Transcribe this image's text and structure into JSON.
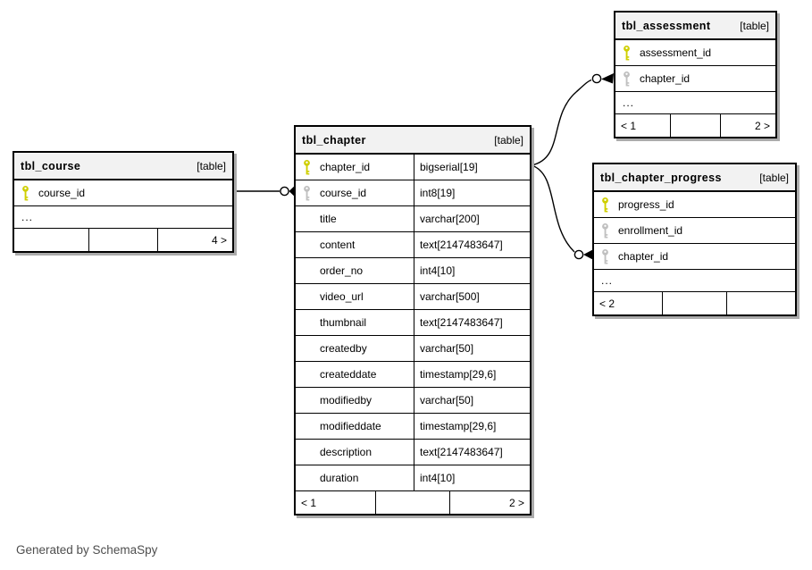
{
  "note": "Generated by SchemaSpy",
  "colors": {
    "pk_key": "#cfcf00",
    "fk_key": "#c0c0c0",
    "header_bg": "#f2f2f2",
    "border": "#000000",
    "shadow": "#ababab",
    "note_text": "#4e4e4e"
  },
  "tables": [
    {
      "name": "tbl_course",
      "tag": "[table]",
      "columns": [
        {
          "name": "course_id",
          "key": "pk",
          "type": ""
        }
      ],
      "ellipsis": "...",
      "footer": {
        "left": "",
        "mid": "",
        "right": "4 >"
      }
    },
    {
      "name": "tbl_chapter",
      "tag": "[table]",
      "columns": [
        {
          "name": "chapter_id",
          "key": "pk",
          "type": "bigserial[19]"
        },
        {
          "name": "course_id",
          "key": "fk",
          "type": "int8[19]"
        },
        {
          "name": "title",
          "key": "",
          "type": "varchar[200]"
        },
        {
          "name": "content",
          "key": "",
          "type": "text[2147483647]"
        },
        {
          "name": "order_no",
          "key": "",
          "type": "int4[10]"
        },
        {
          "name": "video_url",
          "key": "",
          "type": "varchar[500]"
        },
        {
          "name": "thumbnail",
          "key": "",
          "type": "text[2147483647]"
        },
        {
          "name": "createdby",
          "key": "",
          "type": "varchar[50]"
        },
        {
          "name": "createddate",
          "key": "",
          "type": "timestamp[29,6]"
        },
        {
          "name": "modifiedby",
          "key": "",
          "type": "varchar[50]"
        },
        {
          "name": "modifieddate",
          "key": "",
          "type": "timestamp[29,6]"
        },
        {
          "name": "description",
          "key": "",
          "type": "text[2147483647]"
        },
        {
          "name": "duration",
          "key": "",
          "type": "int4[10]"
        }
      ],
      "ellipsis": "",
      "footer": {
        "left": "< 1",
        "mid": "",
        "right": "2 >"
      }
    },
    {
      "name": "tbl_assessment",
      "tag": "[table]",
      "columns": [
        {
          "name": "assessment_id",
          "key": "pk",
          "type": ""
        },
        {
          "name": "chapter_id",
          "key": "fk",
          "type": ""
        }
      ],
      "ellipsis": "...",
      "footer": {
        "left": "< 1",
        "mid": "",
        "right": "2 >"
      }
    },
    {
      "name": "tbl_chapter_progress",
      "tag": "[table]",
      "columns": [
        {
          "name": "progress_id",
          "key": "pk",
          "type": ""
        },
        {
          "name": "enrollment_id",
          "key": "fk",
          "type": ""
        },
        {
          "name": "chapter_id",
          "key": "fk",
          "type": ""
        }
      ],
      "ellipsis": "...",
      "footer": {
        "left": "< 2",
        "mid": "",
        "right": ""
      }
    }
  ],
  "relationships": [
    {
      "from": "tbl_course.course_id",
      "to": "tbl_chapter.course_id"
    },
    {
      "from": "tbl_chapter.chapter_id",
      "to": "tbl_assessment.chapter_id"
    },
    {
      "from": "tbl_chapter.chapter_id",
      "to": "tbl_chapter_progress.chapter_id"
    }
  ]
}
